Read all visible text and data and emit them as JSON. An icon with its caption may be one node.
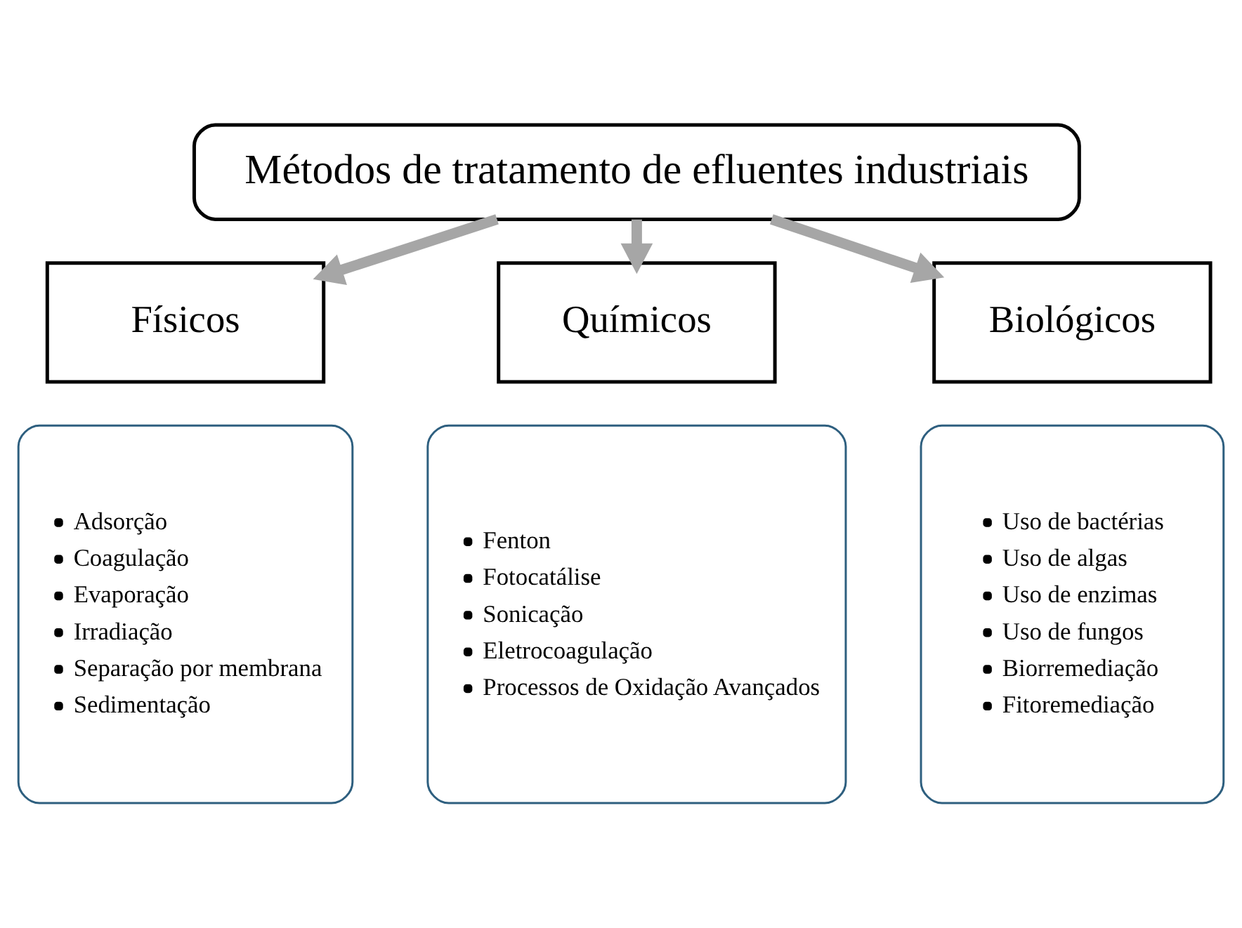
{
  "diagram": {
    "nodes": [
      {
        "text": [
          "Métodos de tratamento de efluentes industriais"
        ]
      },
      {
        "text": [
          "Físicos"
        ]
      },
      {
        "text": [
          "Químicos"
        ]
      },
      {
        "text": [
          "Biológicos"
        ]
      },
      {
        "text": [
          "Adsorção",
          "Coagulação",
          "Evaporação",
          "Irradiação",
          "Separação por membrana",
          "Sedimentação"
        ]
      },
      {
        "text": [
          "Fenton",
          "Fotocatálise",
          "Sonicação",
          "Eletrocoagulação",
          "Processos de Oxidação Avançados"
        ]
      },
      {
        "text": [
          "Uso de bactérias",
          "Uso de algas",
          "Uso de enzimas",
          "Uso de fungos",
          "Biorremediação",
          "Fitoremediação"
        ]
      }
    ],
    "edges": [
      {
        "from": 0,
        "to": 1,
        "arrow": "to"
      },
      {
        "from": 0,
        "to": 2,
        "arrow": "to"
      },
      {
        "from": 0,
        "to": 3,
        "arrow": "to"
      }
    ]
  }
}
